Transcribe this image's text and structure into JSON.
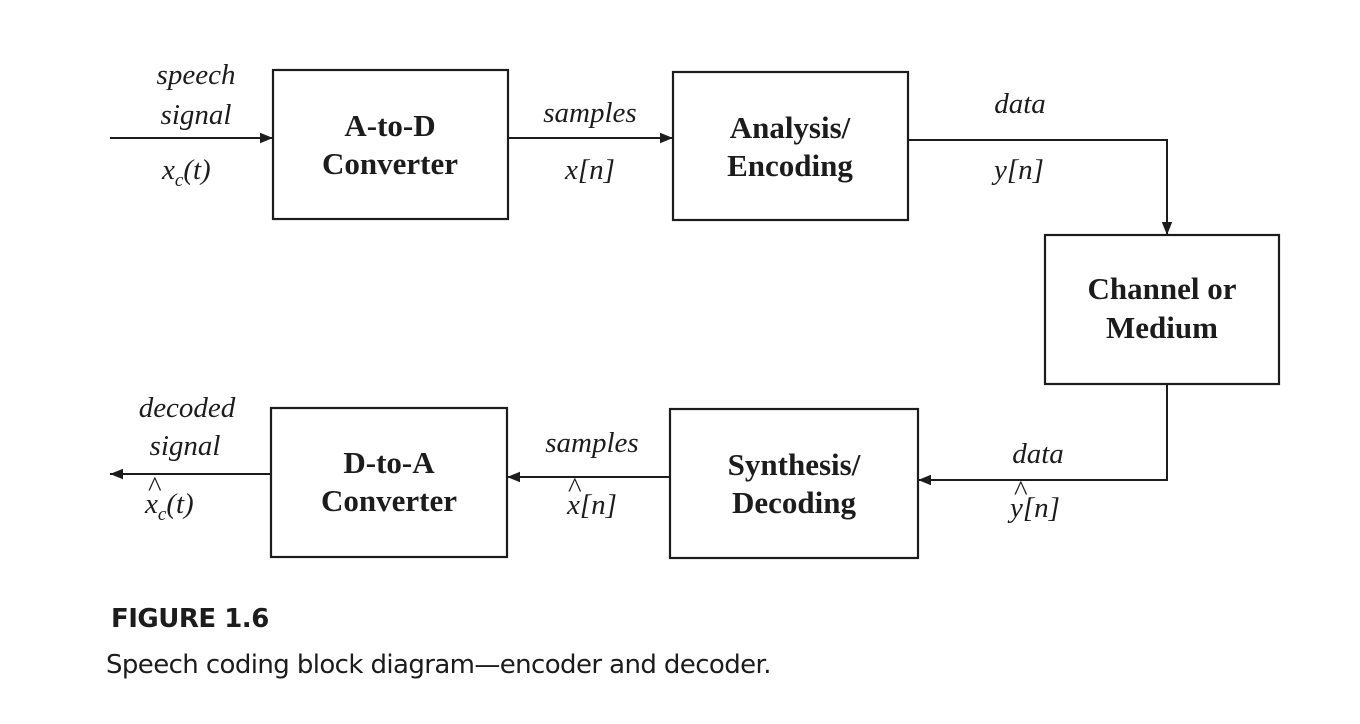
{
  "diagram": {
    "blocks": {
      "adc": [
        "A-to-D",
        "Converter"
      ],
      "analysis": [
        "Analysis/",
        "Encoding"
      ],
      "channel": [
        "Channel or",
        "Medium"
      ],
      "synthesis": [
        "Synthesis/",
        "Decoding"
      ],
      "dac": [
        "D-to-A",
        "Converter"
      ]
    },
    "labels": {
      "input_name": [
        "speech",
        "signal"
      ],
      "input_symbol": {
        "base": "x",
        "sub": "c",
        "arg": "(t)"
      },
      "samples_top": "samples",
      "samples_top_symbol": "x[n]",
      "data_top": "data",
      "data_top_symbol": "y[n]",
      "data_bottom": "data",
      "data_bottom_symbol": {
        "base": "y",
        "hat": "^",
        "rest": "[n]"
      },
      "samples_bottom": "samples",
      "samples_bottom_symbol": {
        "base": "x",
        "hat": "^",
        "rest": "[n]"
      },
      "output_name": [
        "decoded",
        "signal"
      ],
      "output_symbol": {
        "base": "x",
        "hat": "^",
        "sub": "c",
        "arg": "(t)"
      }
    }
  },
  "caption": {
    "title": "FIGURE 1.6",
    "text": "Speech coding block diagram—encoder and decoder."
  }
}
